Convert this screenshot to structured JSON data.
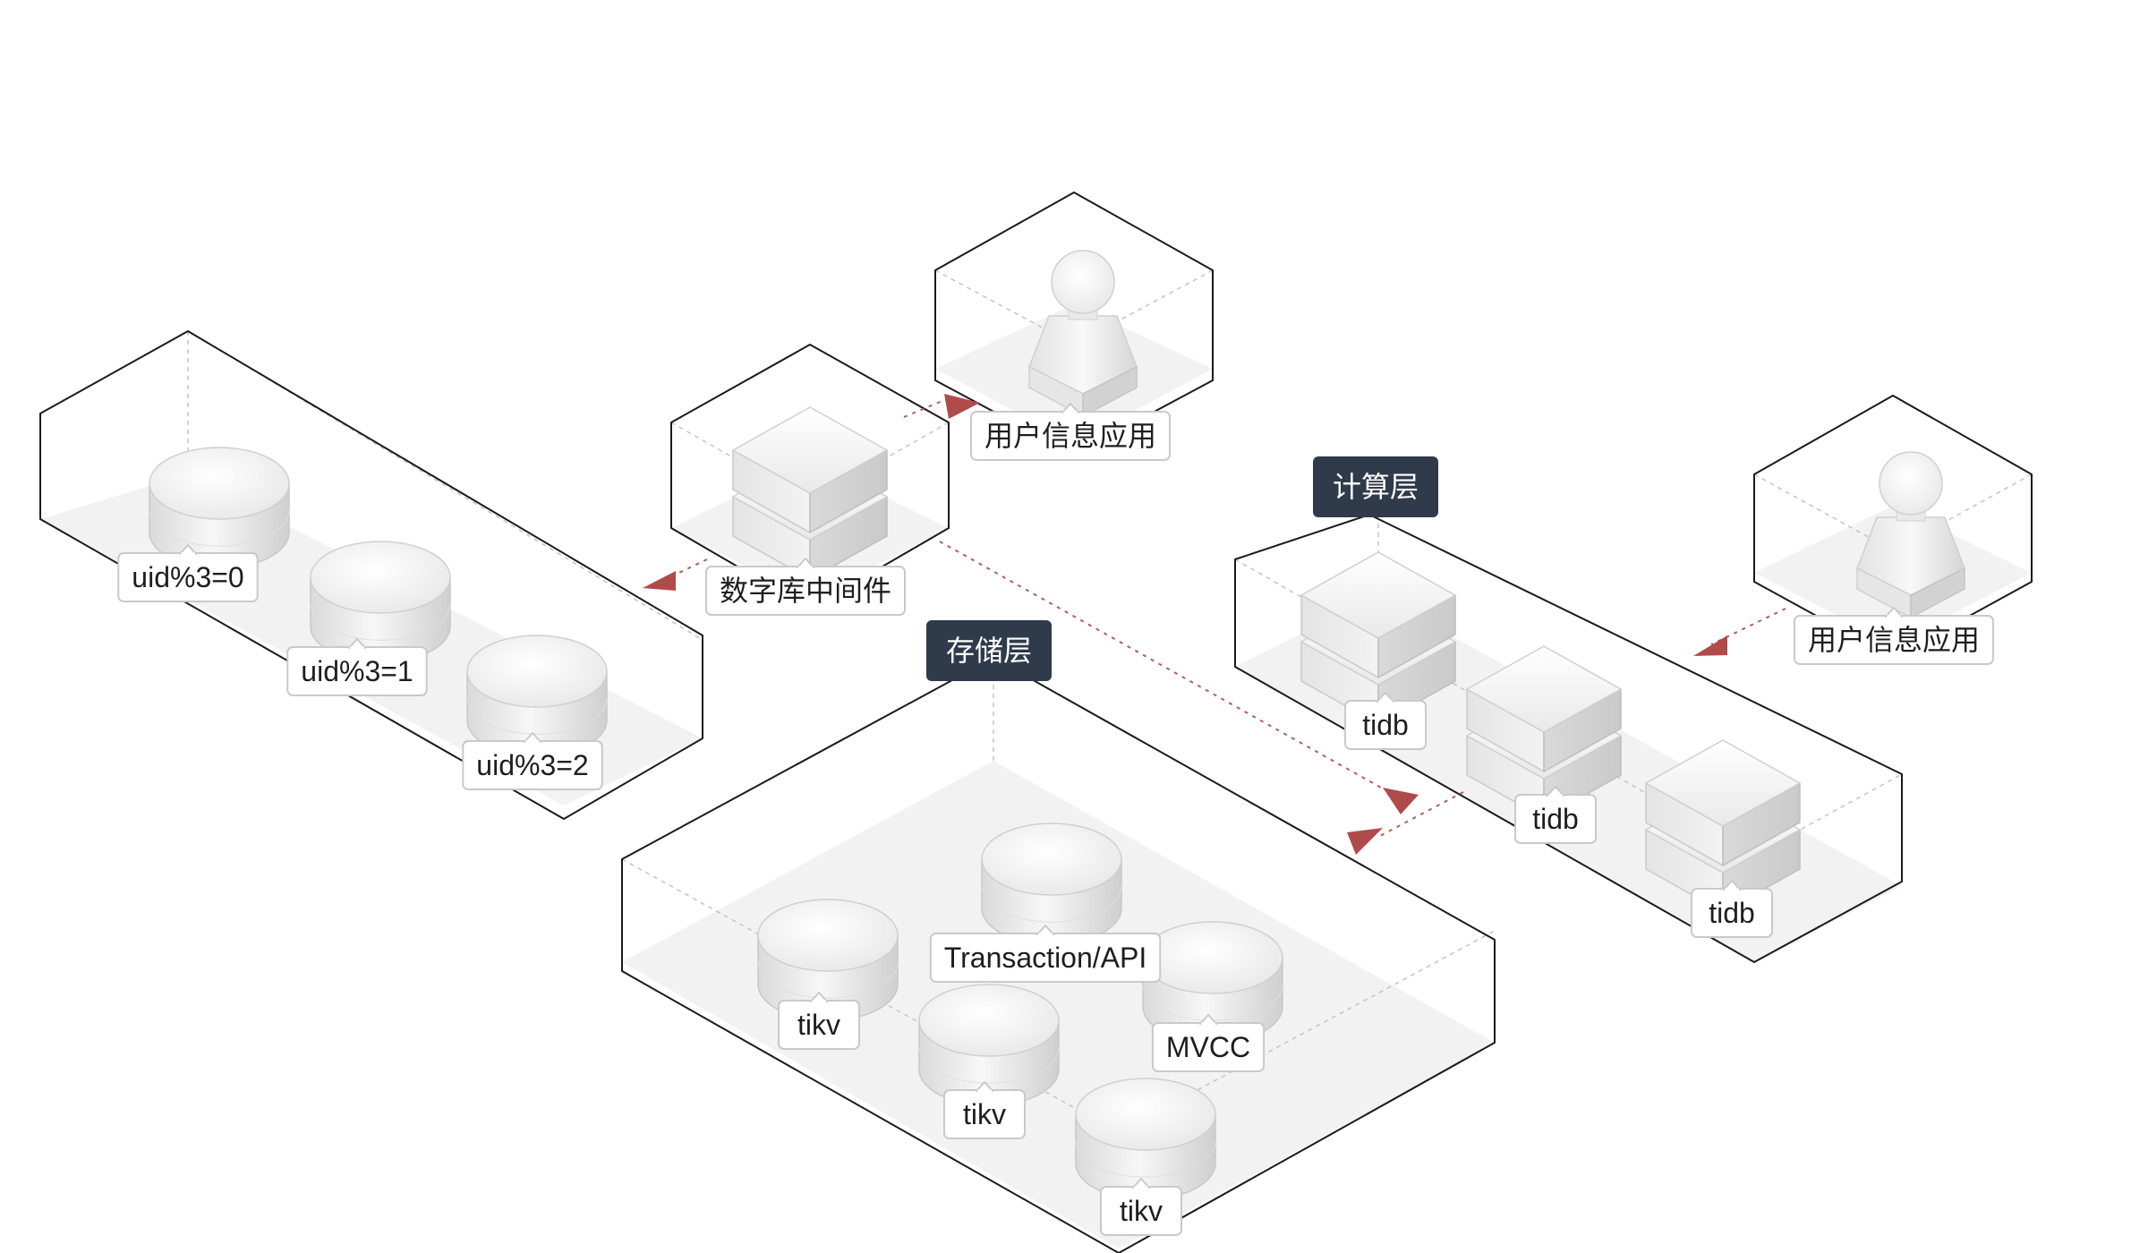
{
  "layers": {
    "storage": "存储层",
    "compute": "计算层"
  },
  "labels": {
    "app_top": "用户信息应用",
    "app_right": "用户信息应用",
    "middleware": "数字库中间件",
    "shard_0": "uid%3=0",
    "shard_1": "uid%3=1",
    "shard_2": "uid%3=2",
    "tidb_1": "tidb",
    "tidb_2": "tidb",
    "tidb_3": "tidb",
    "tikv_1": "tikv",
    "tikv_2": "tikv",
    "tikv_3": "tikv",
    "transaction_api": "Transaction/API",
    "mvcc": "MVCC"
  },
  "icons": {
    "user": "user-figure-icon",
    "database": "database-cylinder-icon",
    "server": "server-stack-icon"
  },
  "colors": {
    "layer_header_bg": "#2f3a4b",
    "flow_arrow": "#b04b4b",
    "box_floor": "#f2f2f2"
  }
}
